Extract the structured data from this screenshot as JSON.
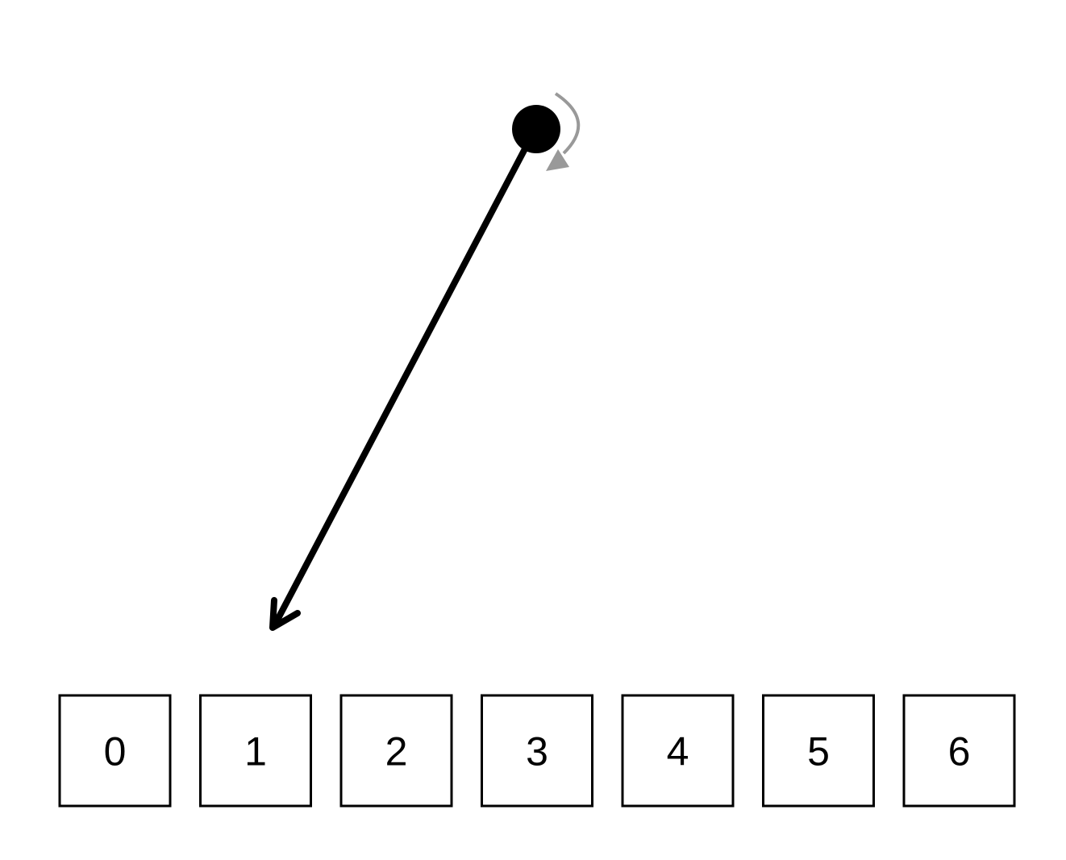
{
  "diagram": {
    "pointer": {
      "target_box": "1",
      "rotation_direction": "clockwise",
      "pointer_color": "#000000",
      "rotation_indicator_color": "#999999"
    },
    "boxes": [
      "0",
      "1",
      "2",
      "3",
      "4",
      "5",
      "6"
    ]
  }
}
